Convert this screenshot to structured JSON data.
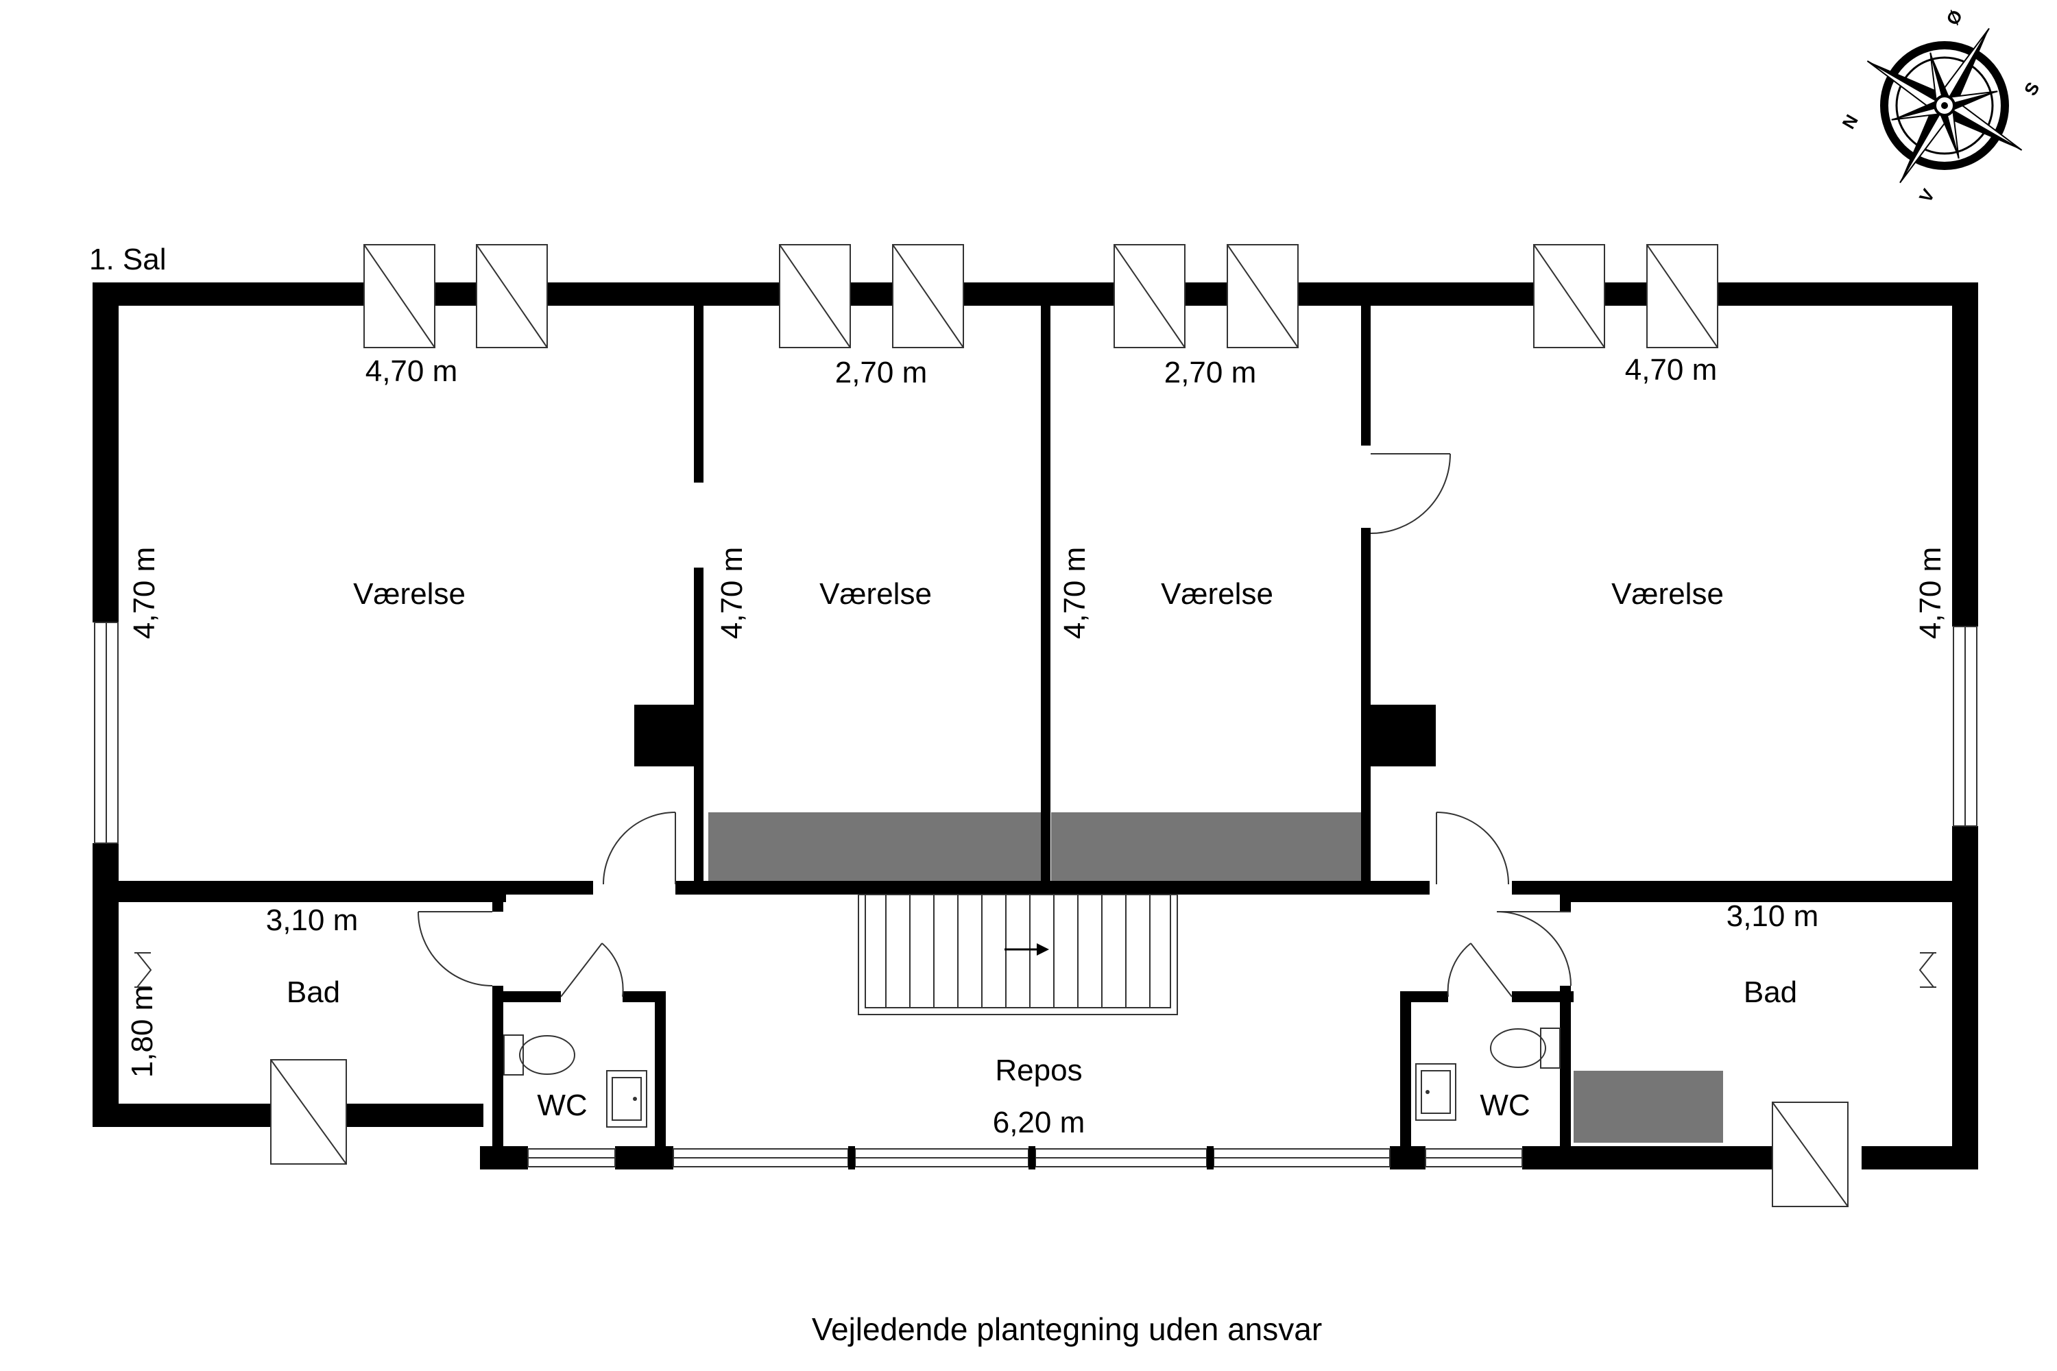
{
  "floor": {
    "title": "1. Sal"
  },
  "rooms": [
    {
      "id": "room1",
      "name": "Værelse",
      "width": "4,70 m",
      "depth": "4,70 m"
    },
    {
      "id": "room2",
      "name": "Værelse",
      "width": "2,70 m",
      "depth": "4,70 m"
    },
    {
      "id": "room3",
      "name": "Værelse",
      "width": "2,70 m",
      "depth": "4,70 m"
    },
    {
      "id": "room4",
      "name": "Værelse",
      "width": "4,70 m",
      "depth": "4,70 m"
    },
    {
      "id": "bath-left",
      "name": "Bad",
      "width": "3,10 m",
      "depth": "1,80 m"
    },
    {
      "id": "bath-right",
      "name": "Bad",
      "width": "3,10 m"
    },
    {
      "id": "wc-left",
      "name": "WC"
    },
    {
      "id": "wc-right",
      "name": "WC"
    },
    {
      "id": "landing",
      "name": "Repos",
      "width": "6,20 m"
    }
  ],
  "compass": {
    "north": "N",
    "east": "Ø",
    "south": "S",
    "west": "V"
  },
  "footer": {
    "disclaimer": "Vejledende plantegning uden ansvar"
  },
  "colors": {
    "wall": "#000000",
    "fill": "#767676",
    "line": "#333333"
  }
}
